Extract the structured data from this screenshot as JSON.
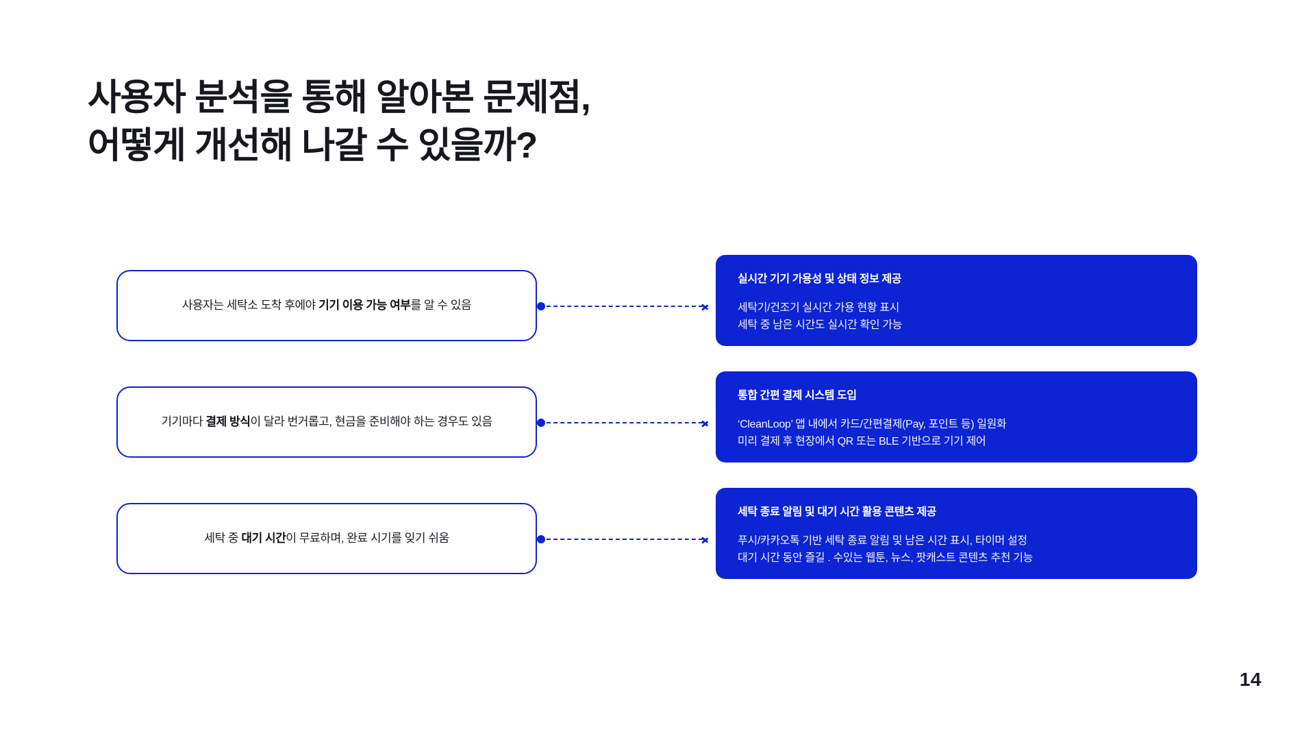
{
  "slide": {
    "title_lines": [
      "사용자 분석을 통해 알아본 문제점,",
      "어떻게 개선해 나갈 수 있을까?"
    ],
    "page_number": "14",
    "accent_color": "#0c24d4",
    "background_color": "#ffffff",
    "text_color": "#16181d"
  },
  "rows": [
    {
      "problem": {
        "prefix": "사용자는 세탁소 도착 후에야 ",
        "highlight": "기기 이용 가능 여부",
        "suffix": "를 알 수 있음",
        "full": "사용자는 세탁소 도착 후에야 기기 이용 가능 여부를 알 수 있음"
      },
      "connector": {
        "dot_icon": "connector-dot-icon",
        "line_style": "dashed",
        "arrow_icon": "chevron-right-arrow-icon"
      },
      "solution": {
        "heading": "실시간 기기 가용성 및 상태 정보 제공",
        "lines": [
          "세탁기/건조기 실시간 가용 현황 표시",
          "세탁 중 남은 시간도 실시간 확인 가능"
        ]
      }
    },
    {
      "problem": {
        "prefix": "기기마다 ",
        "highlight": "결제 방식",
        "suffix": "이 달라 번거롭고, 현금을 준비해야 하는 경우도 있음",
        "full": "기기마다 결제 방식이 달라 번거롭고, 현금을 준비해야 하는 경우도 있음"
      },
      "connector": {
        "dot_icon": "connector-dot-icon",
        "line_style": "dashed",
        "arrow_icon": "chevron-right-arrow-icon"
      },
      "solution": {
        "heading": "통합 간편 결제 시스템 도입",
        "lines": [
          "‘CleanLoop’ 앱 내에서 카드/간편결제(Pay, 포인트 등) 일원화",
          "미리 결제 후 현장에서 QR 또는 BLE 기반으로 기기 제어"
        ]
      }
    },
    {
      "problem": {
        "prefix": "세탁 중 ",
        "highlight": "대기 시간",
        "suffix": "이 무료하며, 완료 시기를 잊기 쉬움",
        "full": "세탁 중 대기 시간이 무료하며, 완료 시기를 잊기 쉬움"
      },
      "connector": {
        "dot_icon": "connector-dot-icon",
        "line_style": "dashed",
        "arrow_icon": "chevron-right-arrow-icon"
      },
      "solution": {
        "heading": "세탁 종료 알림 및 대기 시간 활용 콘텐츠 제공",
        "lines": [
          "푸시/카카오톡 기반 세탁 종료 알림 및 남은 시간 표시, 타이머 설정",
          "대기 시간 동안 즐길 . 수있는 웹툰, 뉴스, 팟캐스트 콘텐츠 추천 기능"
        ]
      }
    }
  ]
}
